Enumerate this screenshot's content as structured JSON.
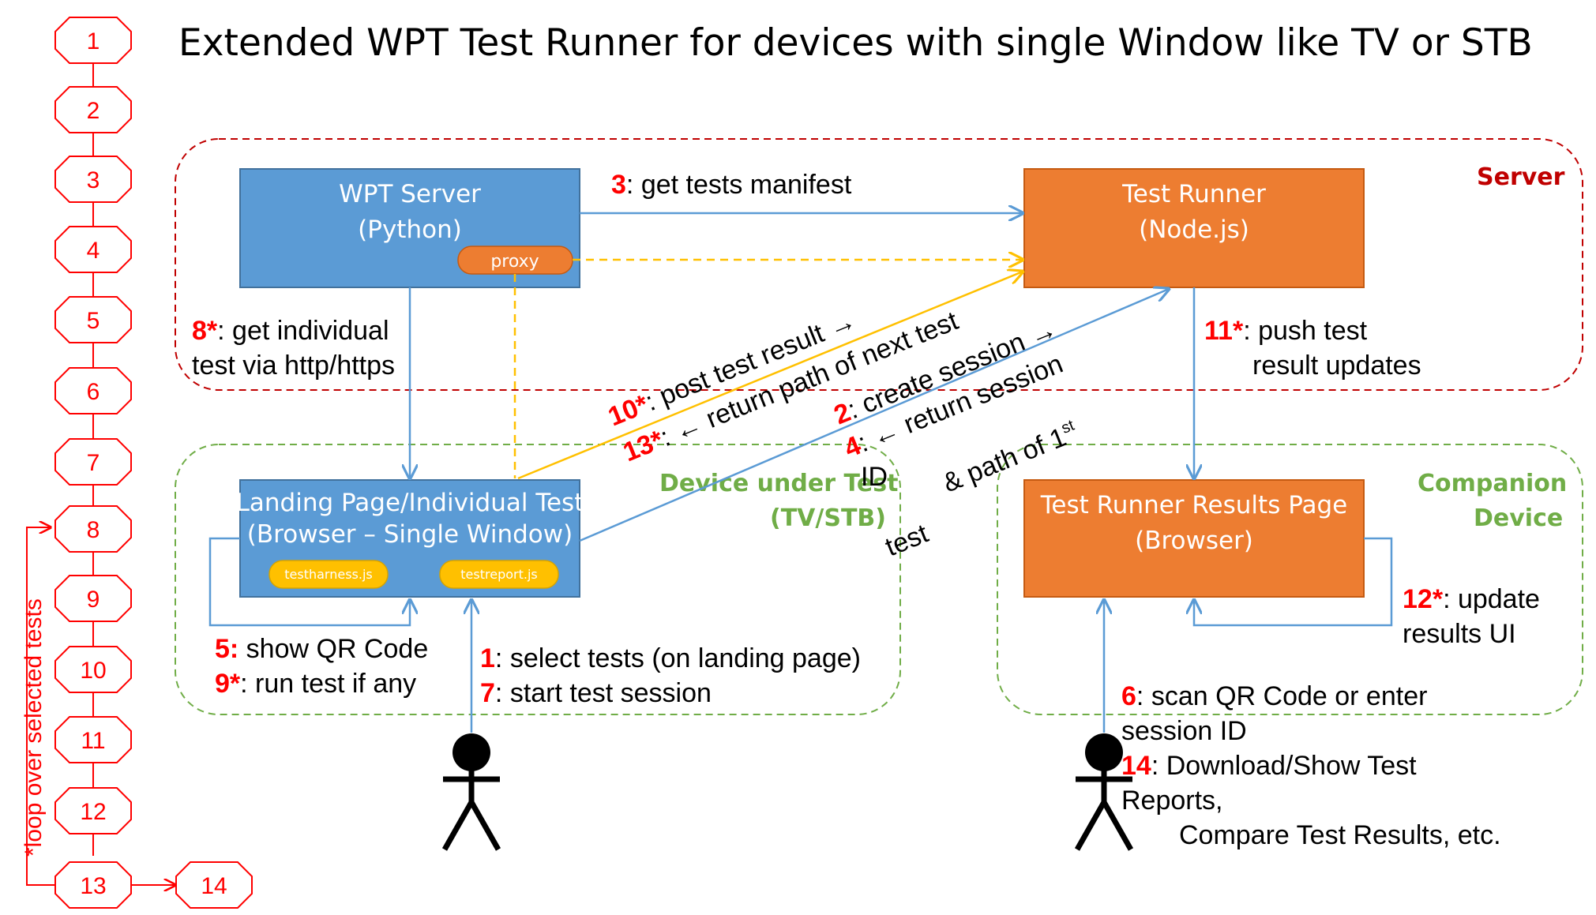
{
  "title": "Extended WPT Test Runner for devices with single Window like TV or STB",
  "colors": {
    "server_blue": "#5b9bd5",
    "runner_orange": "#ed7d31",
    "pill_yellow": "#ffc000",
    "server_zone": "#c00000",
    "device_zone": "#70ad47",
    "step_red": "#ff0000"
  },
  "zones": {
    "server": "Server",
    "device": {
      "line1": "Device under Test",
      "line2": "(TV/STB)"
    },
    "companion": {
      "line1": "Companion",
      "line2": "Device"
    }
  },
  "boxes": {
    "wpt_server": {
      "line1": "WPT Server",
      "line2": "(Python)",
      "proxy": "proxy"
    },
    "test_runner": {
      "line1": "Test Runner",
      "line2": "(Node.js)"
    },
    "landing": {
      "line1": "Landing Page/Individual Test",
      "line2": "(Browser – Single Window)",
      "harness": "testharness.js",
      "report": "testreport.js"
    },
    "results": {
      "line1": "Test Runner Results Page",
      "line2": "(Browser)"
    }
  },
  "labels": {
    "l3": {
      "num": "3",
      "text": ": get tests manifest"
    },
    "l8": {
      "num": "8*",
      "text": ": get individual",
      "text2": "test via http/https"
    },
    "l11": {
      "num": "11*",
      "text": ": push test",
      "text2": "result updates"
    },
    "l10": {
      "num": "10*",
      "text": ": post test result →"
    },
    "l13": {
      "num": "13*",
      "text": ": ← return path of next test"
    },
    "l2": {
      "num": "2",
      "text": ": create session →"
    },
    "l4": {
      "num": "4",
      "text": ": ← return session",
      "id": "ID",
      "path": "& path of 1",
      "sup": "st",
      "test": "test"
    },
    "l5": {
      "num": "5:",
      "text": " show QR Code"
    },
    "l9": {
      "num": "9*",
      "text": ": run test if any"
    },
    "l1": {
      "num": "1",
      "text": ": select tests (on landing page)"
    },
    "l7": {
      "num": "7",
      "text": ": start test session"
    },
    "l12": {
      "num": "12*",
      "text": ": update",
      "text2": "results UI"
    },
    "l6": {
      "num": "6",
      "text": ": scan QR Code or enter",
      "text2": "session ID"
    },
    "l14": {
      "num": "14",
      "text": ": Download/Show Test",
      "text2": "Reports,",
      "text3": "Compare Test Results, etc."
    }
  },
  "steps": [
    "1",
    "2",
    "3",
    "4",
    "5",
    "6",
    "7",
    "8",
    "9",
    "10",
    "11",
    "12",
    "13",
    "14"
  ],
  "loop_label": "*loop over selected tests",
  "actors": [
    "user-device",
    "user-companion"
  ]
}
